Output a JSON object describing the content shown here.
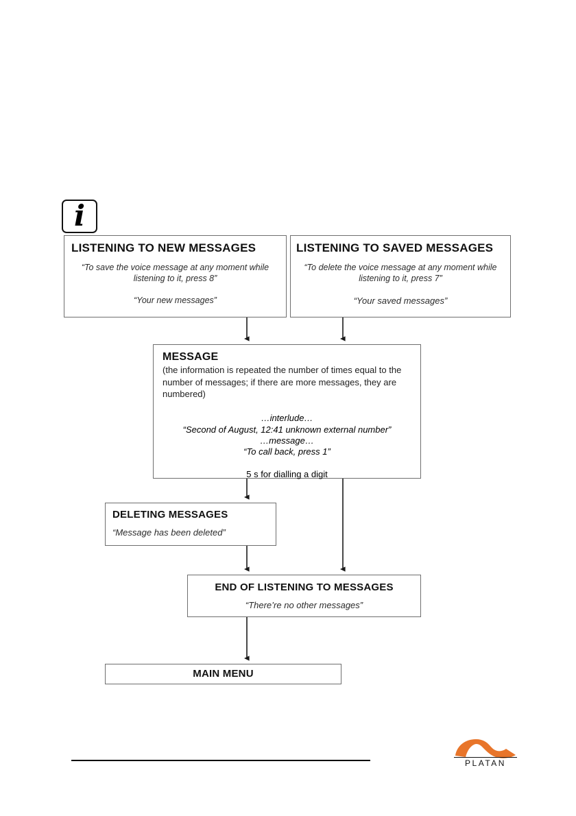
{
  "diagram": {
    "info_icon": {
      "name": "information-icon",
      "glyph": "i"
    },
    "boxes": {
      "listening_new": {
        "title": "LISTENING TO NEW MESSAGES",
        "line1": "“To save the voice message at any moment while listening to it, press 8”",
        "line2": "“Your new messages”"
      },
      "listening_saved": {
        "title": "LISTENING TO SAVED MESSAGES",
        "line1": "“To delete the voice message at any moment while listening to it, press 7”",
        "line2": "“Your saved messages”"
      },
      "message": {
        "title": "MESSAGE",
        "paren": "(the information is repeated the number of times equal to the number of messages; if there are more messages, they are numbered)",
        "interlude": "…interlude…",
        "datetime": "“Second of August, 12:41 unknown external number”",
        "message_dots": "…message…",
        "callback": "“To call back, press 1”",
        "timer": "5 s for dialling a digit"
      },
      "deleting": {
        "title": "DELETING MESSAGES",
        "line1": "“Message has been deleted”"
      },
      "end_listening": {
        "title": "END OF LISTENING TO MESSAGES",
        "line1": "“There’re no other messages”"
      },
      "main_menu": {
        "title": "MAIN MENU"
      }
    },
    "colors": {
      "box_border": "#6e6e6e",
      "connector": "#1a1a1a",
      "logo_orange": "#E8752A",
      "text": "#111111"
    }
  },
  "footer": {
    "logo_text": "PLATAN"
  }
}
